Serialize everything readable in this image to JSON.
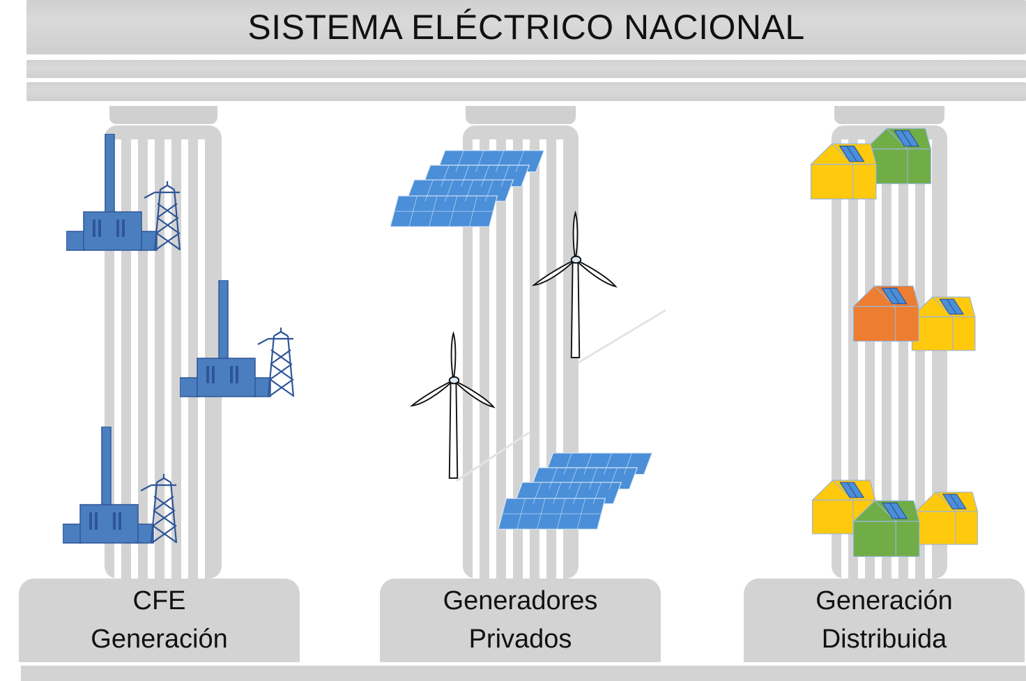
{
  "title": "SISTEMA ELÉCTRICO NACIONAL",
  "pillars": [
    {
      "line1": "CFE",
      "line2": "Generación",
      "icon": "power-plant-icon"
    },
    {
      "line1": "Generadores",
      "line2": "Privados",
      "icon": "solar-and-wind-icon"
    },
    {
      "line1": "Generación",
      "line2": "Distribuida",
      "icon": "house-rooftop-solar-icon"
    }
  ],
  "colors": {
    "structure": "#d3d3d3",
    "plant_blue": "#4a7ebf",
    "solar_blue": "#4a8fd8",
    "house_yellow": "#ffc90e",
    "house_green": "#70ad47",
    "house_orange": "#ed7d31"
  }
}
